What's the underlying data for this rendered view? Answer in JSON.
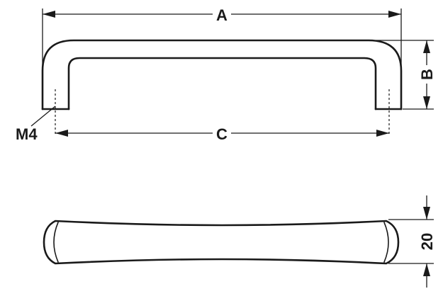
{
  "labels": {
    "overall_length": "A",
    "height": "B",
    "center_distance": "C",
    "thread": "M4",
    "width": "20"
  },
  "colors": {
    "line": "#1a1a1a",
    "background": "#ffffff"
  }
}
